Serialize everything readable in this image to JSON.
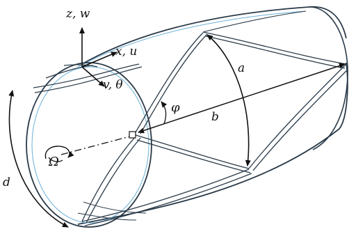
{
  "diagram": {
    "labels": {
      "z_axis": "z, w",
      "x_axis": "x, u",
      "y_axis": "v, θ",
      "a": "a",
      "b": "b",
      "phi": "φ",
      "d": "d",
      "omega": "Ω"
    },
    "colors": {
      "outline": "#2a3a48",
      "rib_fill": "#d8e8f4",
      "cylinder_tint": "#6ab0d8",
      "arrows": "#111111"
    }
  }
}
